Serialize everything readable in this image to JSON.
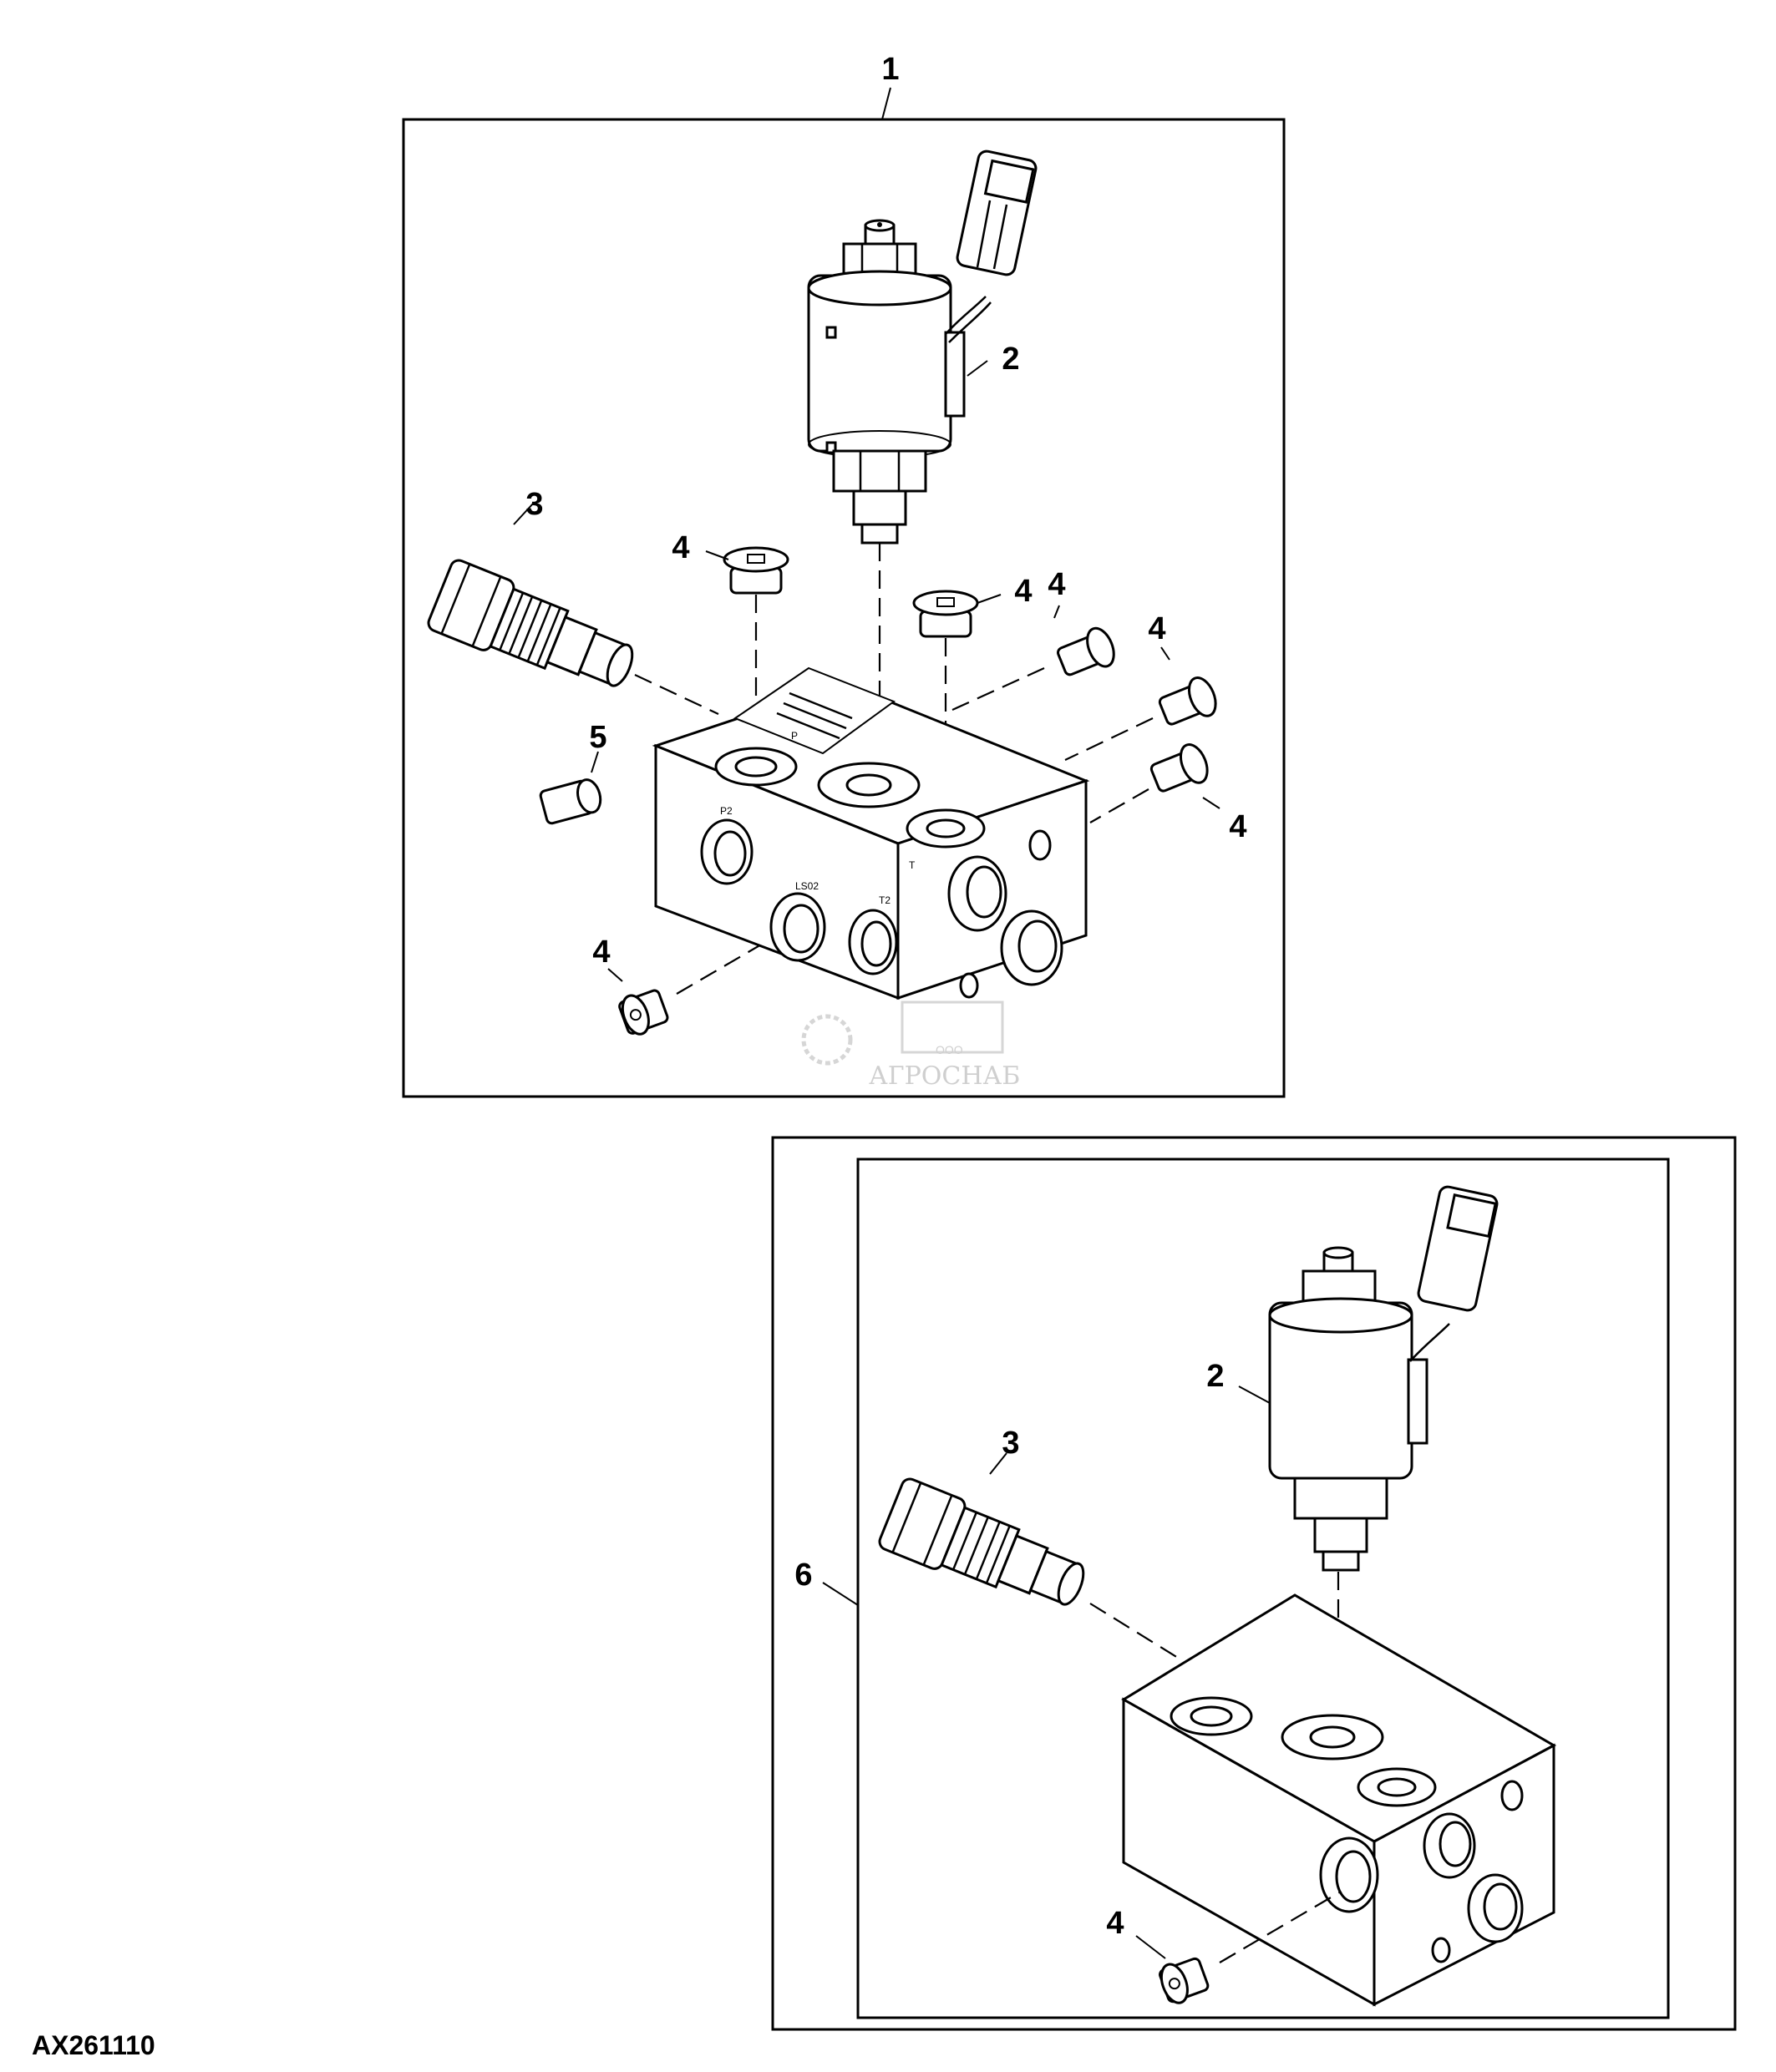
{
  "figure": {
    "id": "AX261110"
  },
  "watermark": {
    "brand": "АГРОСНАБ",
    "prefix": "ООО"
  },
  "assembly_top": {
    "callouts": {
      "assembly": "1",
      "solenoid": "2",
      "cartridge": "3",
      "plug_top_left": "4",
      "plug_top_mid": "4",
      "plug_right_1": "4",
      "plug_right_2": "4",
      "plug_right_3": "4",
      "plug_front": "4",
      "cap": "5"
    },
    "port_labels": {
      "p": "P",
      "p2": "P2",
      "ls02": "LS02",
      "t2": "T2",
      "t": "T"
    }
  },
  "assembly_bottom": {
    "callouts": {
      "kit": "6",
      "solenoid": "2",
      "cartridge": "3",
      "plug_front": "4"
    }
  },
  "colors": {
    "line": "#000000",
    "background": "#ffffff",
    "watermark": "#cfcfcf"
  }
}
